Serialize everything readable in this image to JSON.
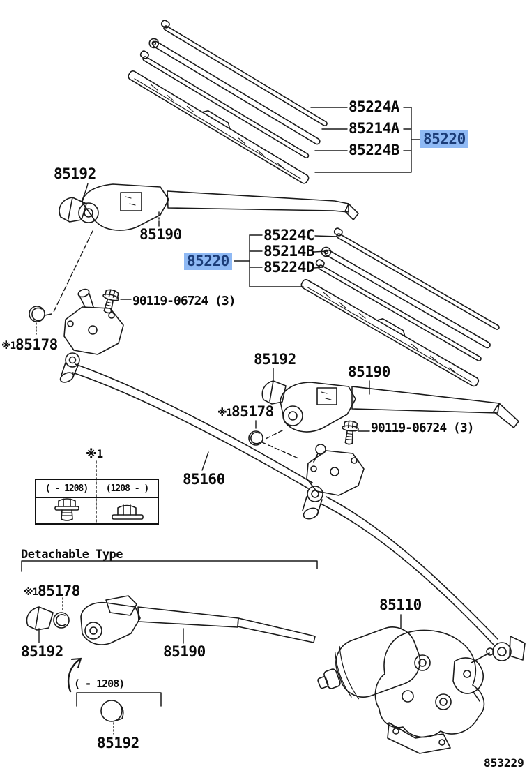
{
  "meta": {
    "drawing_number": "853229",
    "highlight_bg": "#8FB9F4",
    "highlight_fg": "#1B3C78",
    "line_color": "#1a1a1a"
  },
  "blade_set_1": {
    "assembly": "85220",
    "frame_upper": "85224A",
    "insert": "85214A",
    "frame_lower": "85224B"
  },
  "arm_group_1": {
    "cap": "85192",
    "arm": "85190"
  },
  "blade_set_2": {
    "assembly": "85220",
    "frame_upper": "85224C",
    "insert": "85214B",
    "frame_lower": "85224D"
  },
  "pivot_1": {
    "bolt": "90119-06724 (3)",
    "ref_mark": "※1",
    "part": "85178"
  },
  "arm_group_2": {
    "cap": "85192",
    "arm": "85190"
  },
  "pivot_2": {
    "ref_mark": "※1",
    "part": "85178",
    "bolt": "90119-06724 (3)"
  },
  "linkage": {
    "rod": "85160"
  },
  "note_table": {
    "ref_mark": "※1",
    "col_before": "(   - 1208)",
    "col_after": "(1208 -   )"
  },
  "detachable": {
    "section_title": "Detachable Type",
    "ref_mark": "※1",
    "pivot": "85178",
    "cap": "85192",
    "arm": "85190",
    "date_range": "(   - 1208)",
    "cap_early": "85192"
  },
  "motor": {
    "part": "85110"
  }
}
